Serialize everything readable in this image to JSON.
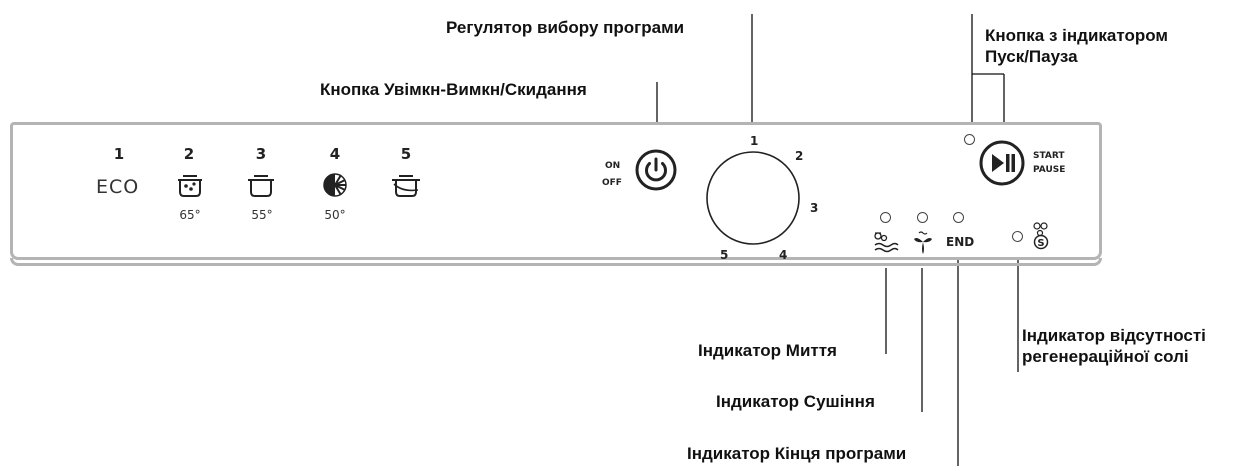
{
  "callouts": {
    "program_selector": "Регулятор вибору програми",
    "start_pause_button": "Кнопка з індикатором\nПуск/Пауза",
    "on_off_button": "Кнопка Увімкн-Вимкн/Скидання",
    "wash_indicator": "Індикатор Миття",
    "dry_indicator": "Індикатор Сушіння",
    "end_indicator": "Індикатор Кінця програми",
    "salt_indicator": "Індикатор відсутності\nрегенераційної солі"
  },
  "panel": {
    "programs": [
      {
        "number": "1",
        "label": "ECO",
        "temp": ""
      },
      {
        "number": "2",
        "label": "",
        "temp": "65°"
      },
      {
        "number": "3",
        "label": "",
        "temp": "55°"
      },
      {
        "number": "4",
        "label": "",
        "temp": "50°"
      },
      {
        "number": "5",
        "label": "",
        "temp": ""
      }
    ],
    "program_icons": [
      "eco-text",
      "pot-heavy-icon",
      "pot-normal-icon",
      "half-load-icon",
      "rinse-pot-icon"
    ],
    "on_label": "ON",
    "off_label": "OFF",
    "dial_numbers": [
      "1",
      "2",
      "3",
      "4",
      "5"
    ],
    "start_label": "START",
    "pause_label": "PAUSE",
    "end_label": "END",
    "indicator_icons": [
      "wash-icon",
      "dry-icon",
      "end-label",
      "salt-icon"
    ]
  }
}
